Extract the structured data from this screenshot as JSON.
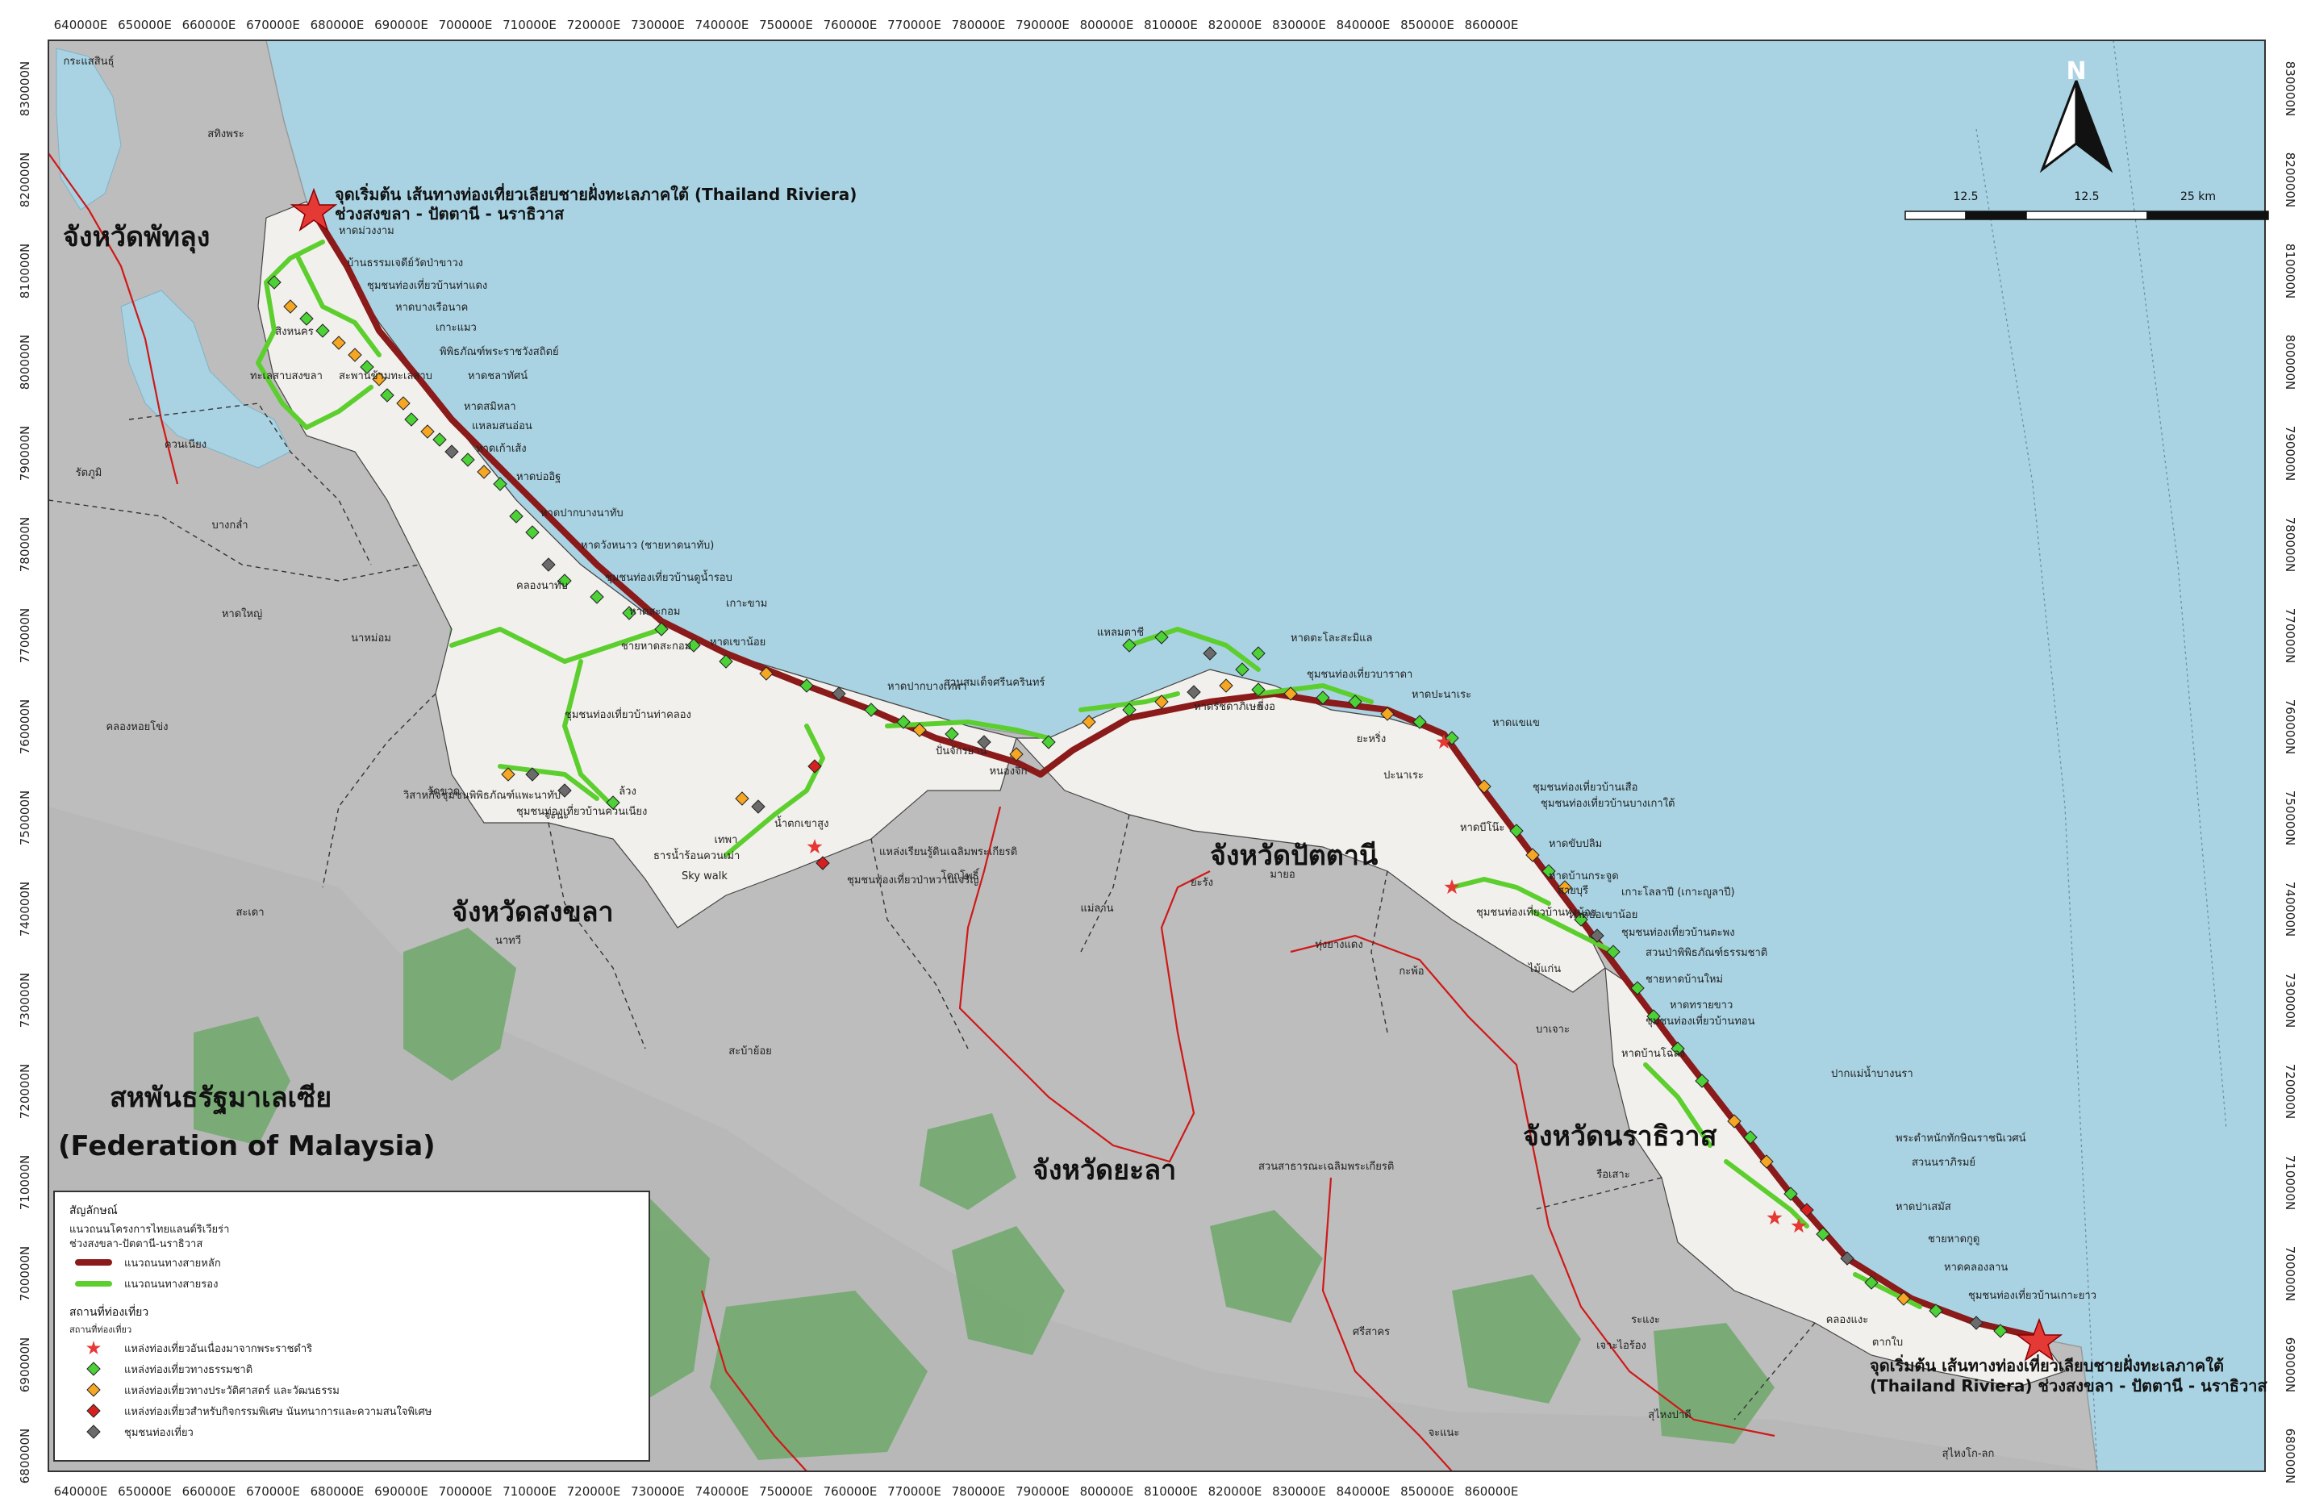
{
  "grid": {
    "x_labels": [
      "640000E",
      "650000E",
      "660000E",
      "670000E",
      "680000E",
      "690000E",
      "700000E",
      "710000E",
      "720000E",
      "730000E",
      "740000E",
      "750000E",
      "760000E",
      "770000E",
      "780000E",
      "790000E",
      "800000E",
      "810000E",
      "820000E",
      "830000E",
      "840000E",
      "850000E",
      "860000E"
    ],
    "y_labels": [
      "830000N",
      "820000N",
      "810000N",
      "800000N",
      "790000N",
      "780000N",
      "770000N",
      "760000N",
      "750000N",
      "740000N",
      "730000N",
      "720000N",
      "710000N",
      "700000N",
      "690000N",
      "680000N"
    ]
  },
  "north_arrow": {
    "label": "N"
  },
  "scale_bar": {
    "labels": [
      "12.5",
      "12.5",
      "25 km"
    ]
  },
  "titles": {
    "start_top_line1": "จุดเริ่มต้น เส้นทางท่องเที่ยวเลียบชายฝั่งทะเลภาคใต้ (Thailand Riviera)",
    "start_top_line2": "ช่วงสงขลา - ปัตตานี - นราธิวาส",
    "end_bottom_line1": "จุดเริ่มต้น เส้นทางท่องเที่ยวเลียบชายฝั่งทะเลภาคใต้",
    "end_bottom_line2": "(Thailand Riviera) ช่วงสงขลา - ปัตตานี - นราธิวาส"
  },
  "provinces": {
    "phatthalung": "จังหวัดพัทลุง",
    "songkhla": "จังหวัดสงขลา",
    "pattani": "จังหวัดปัตตานี",
    "yala": "จังหวัดยะลา",
    "narathiwat": "จังหวัดนราธิวาส"
  },
  "country": {
    "thai": "สหพันธรัฐมาเลเซีย",
    "english": "(Federation of Malaysia)"
  },
  "district_labels": [
    "กระแสสินธุ์",
    "สทิงพระ",
    "ควนเนียง",
    "รัตภูมิ",
    "บางกล่ำ",
    "หาดใหญ่",
    "นาหม่อม",
    "คลองหอยโข่ง",
    "สะเดา",
    "นาทวี",
    "สะบ้าย้อย",
    "จะนะ",
    "เทพา",
    "โคกโพธิ์",
    "แม่ลาน",
    "ยะรัง",
    "มายอ",
    "ทุ่งยางแดง",
    "กะพ้อ",
    "ไม้แก่น",
    "สายบุรี",
    "บาเจาะ",
    "ยี่งอ",
    "ระแงะ",
    "รือเสาะ",
    "ศรีสาคร",
    "จะแนะ",
    "เจาะไอร้อง",
    "สุไหงปาดี",
    "สุไหงโก-ลก",
    "ตากใบ",
    "หนองจิก",
    "ยะหริ่ง",
    "ปะนาเระ",
    "สิงหนคร",
    "คลองแงะ",
    "วัดขวด",
    "ล้วง"
  ],
  "poi_labels": [
    "หาดม่วงงาม",
    "บ้านธรรมเจดีย์วัดป่าขาวง",
    "ชุมชนท่องเที่ยวบ้านท่าแดง",
    "หาดบางเรือนาค",
    "เกาะแมว",
    "พิพิธภัณฑ์พระราชวังสถิตย์",
    "หาดชลาทัศน์",
    "หาดสมิหลา",
    "แหลมสนอ่อน",
    "หาดเก้าเส้ง",
    "หาดบ่ออิฐ",
    "หาดปากบางนาทับ",
    "หาดวังหนาว (ชายหาดนาทับ)",
    "ชุมชนท่องเที่ยวบ้านดูน้ำรอบ",
    "คลองนาทับ",
    "หาดสะกอม",
    "เกาะขาม",
    "หาดเขาน้อย",
    "ชายหาดสะกอม",
    "หาดปากบางเทพา",
    "สวนสมเด็จศรีนครินทร์",
    "หาดรัชดาภิเษก",
    "แหลมตาชี",
    "หาดตะโละสะมิแล",
    "ชุมชนท่องเที่ยวบาราดา",
    "หาดปะนาเระ",
    "หาดแขแข",
    "ชุมชนท่องเที่ยวบ้านเสือ",
    "ชุมชนท่องเที่ยวบ้านบางเกาใต้",
    "หาดบีโน๊ะ",
    "หาดขับปลิม",
    "หาดบ้านกระจูด",
    "เกาะโลลาปี (เกาะญูลาปี)",
    "ชุมชนท่องเที่ยวบ้านตะพง",
    "สวนป่าพิพิธภัณฑ์ธรรมชาติ",
    "ชายหาดบ้านใหม่",
    "หาดทรายขาว",
    "ชุมชนท่องเที่ยวบ้านทอน",
    "หาดบ้านโฉลง",
    "ปากแม่น้ำบางนรา",
    "พระตำหนักทักษิณราชนิเวศน์",
    "สวนนราภิรมย์",
    "ชายหาดกูดู",
    "หาดคลองลาน",
    "ชุมชนท่องเที่ยวบ้านเกาะยาว",
    "หาดปาเสมัส",
    "สวนสาธารณะเฉลิมพระเกียรติ",
    "ชุมชนท่องเที่ยวบ้านทุ่งน้อย",
    "หาดบ่อเขาน้อย",
    "สะพานข้ามทะเลสาบ",
    "ทะเลสาบสงขลา",
    "Sky walk",
    "ธารน้ำร้อนควนเม่า",
    "น้ำตกเขาสูง",
    "ชุมชนท่องเที่ยวป่าหวานเจริญ",
    "แหล่งเรียนรู้ดินเฉลิมพระเกียรติ",
    "ชุมชนท่องเที่ยวบ้านท่าคลอง",
    "ปั่นจักรยาน",
    "วิสาหกิจชุมชนพิพิธภัณฑ์แพะนาทับ",
    "ชุมชนท่องเที่ยวบ้านควนเนียง"
  ],
  "legend": {
    "title": "สัญลักษณ์",
    "route_heading_line1": "แนวถนนโครงการไทยแลนด์ริเวียร่า",
    "route_heading_line2": "ช่วงสงขลา-ปัตตานี-นราธิวาส",
    "main_route": "แนวถนนทางสายหลัก",
    "secondary_route": "แนวถนนทางสายรอง",
    "places_heading": "สถานที่ท่องเที่ยว",
    "places_sub": "สถานที่ท่องเที่ยว",
    "items": [
      {
        "label": "แหล่งท่องเที่ยวอันเนื่องมาจากพระราชดำริ",
        "color": "#e53935",
        "shape": "star"
      },
      {
        "label": "แหล่งท่องเที่ยวทางธรรมชาติ",
        "color": "#4cd137",
        "shape": "diamond"
      },
      {
        "label": "แหล่งท่องเที่ยวทางประวัติศาสตร์ และวัฒนธรรม",
        "color": "#f5a623",
        "shape": "diamond"
      },
      {
        "label": "แหล่งท่องเที่ยวสำหรับกิจกรรมพิเศษ นันทนาการและความสนใจพิเศษ",
        "color": "#d62020",
        "shape": "diamond"
      },
      {
        "label": "ชุมชนท่องเที่ยว",
        "color": "#6b6b6b",
        "shape": "diamond"
      }
    ]
  },
  "colors": {
    "sea": "#a9d3e3",
    "land": "#bdbdbd",
    "study_area": "#f2f0ec",
    "forest": "#6fa86b",
    "main_route": "#8b1a1a",
    "secondary_route": "#5ccf2e",
    "province_border": "#d01818"
  }
}
